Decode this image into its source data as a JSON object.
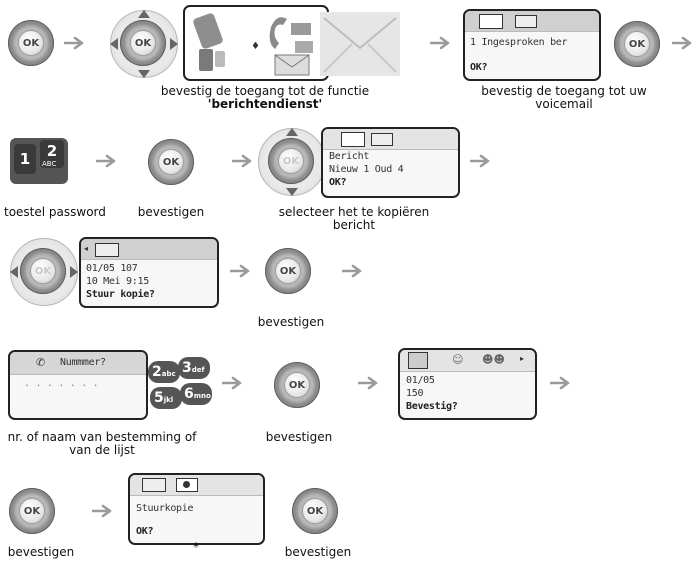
{
  "colors": {
    "arrow": "#9a9a9a",
    "ok_ring": "#8d8d8d",
    "screen_border": "#222222"
  },
  "ok_text": "OK",
  "captions": {
    "row1_access": "bevestig de toegang tot de functie",
    "row1_function": "'berichtendienst'",
    "row1_voicemail_1": "bevestig de toegang tot uw",
    "row1_voicemail_2": "voicemail",
    "row2_password": "toestel password",
    "row2_confirm": "bevestigen",
    "row2_select_1": "selecteer het te kopiëren",
    "row2_select_2": "bericht",
    "row3_confirm": "bevestigen",
    "row4_number_1": "nr. of naam van bestemming of",
    "row4_number_2": "van de lijst",
    "row4_confirm": "bevestigen",
    "row5_confirm_a": "bevestigen",
    "row5_star": "*",
    "row5_confirm_b": "bevestigen"
  },
  "screens": {
    "voicemail": {
      "line1": "1 Ingesproken ber",
      "line2": "OK?"
    },
    "messages": {
      "line1": "Bericht",
      "line2": "Nieuw 1   Oud 4",
      "line3": "OK?"
    },
    "copy": {
      "line1": "01/05 107",
      "line2": "10 Mei 9:15",
      "line3": "Stuur kopie?"
    },
    "number": {
      "title": "Nummmer?",
      "dots": ". . . . . . ."
    },
    "confirm": {
      "line1": "01/05",
      "line2": "150",
      "line3": "Bevestig?"
    },
    "sendcopy": {
      "line1": "Stuurkopie",
      "line2": "OK?"
    }
  },
  "keypad": {
    "k1": "1",
    "k2": "2",
    "k2sub": "ABC",
    "kk2": "2",
    "kk2sub": "abc",
    "kk3": "3",
    "kk3sub": "def",
    "kk5": "5",
    "kk5sub": "jkl",
    "kk6": "6",
    "kk6sub": "mno"
  }
}
